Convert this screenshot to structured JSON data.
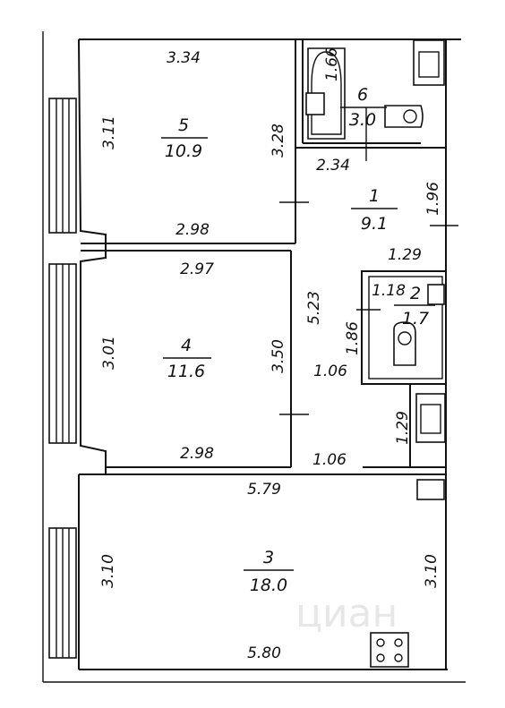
{
  "rooms": [
    {
      "number": "1",
      "area": "9.1"
    },
    {
      "number": "2",
      "area": "1.7"
    },
    {
      "number": "3",
      "area": "18.0"
    },
    {
      "number": "4",
      "area": "11.6"
    },
    {
      "number": "5",
      "area": "10.9"
    },
    {
      "number": "6",
      "area": "3.0"
    }
  ],
  "dimensions": {
    "r5_top": "3.34",
    "r5_left": "3.11",
    "r5_right": "3.28",
    "r5_bottom": "2.98",
    "r4_top": "2.97",
    "r4_left": "3.01",
    "r4_right": "3.50",
    "r4_bottom": "2.98",
    "r6_bath": "1.66",
    "r1_top": "2.34",
    "r1_right": "1.96",
    "r1_bottom": "1.29",
    "corridor_len": "5.23",
    "r2_width": "1.18",
    "r2_height": "1.86",
    "passage_top": "1.06",
    "passage_bottom": "1.06",
    "closet": "1.29",
    "r3_top": "5.79",
    "r3_left": "3.10",
    "r3_right": "3.10",
    "r3_bottom": "5.80"
  },
  "watermark": "циан"
}
